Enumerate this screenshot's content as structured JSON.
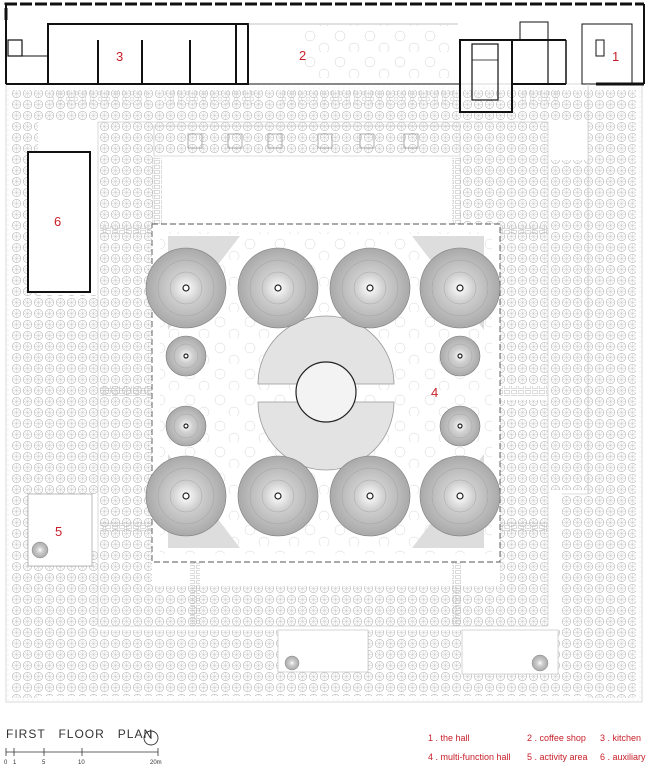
{
  "title": "FIRST   FLOOR   PLAN",
  "room_numbers": [
    "1",
    "2",
    "3",
    "4",
    "5",
    "6"
  ],
  "legend": [
    {
      "text": "1 . the hall"
    },
    {
      "text": "2 . coffee shop"
    },
    {
      "text": "3 . kitchen"
    },
    {
      "text": "4 . multi-function hall"
    },
    {
      "text": "5 . activity area"
    },
    {
      "text": "6 . auxiliary"
    }
  ],
  "scale_labels": [
    "0",
    "1",
    "5",
    "10",
    "20m"
  ],
  "colors": {
    "line": "#222222",
    "label": "#c8202a",
    "canopy": "#bdbdbd",
    "fill": "#e6e6e6"
  }
}
